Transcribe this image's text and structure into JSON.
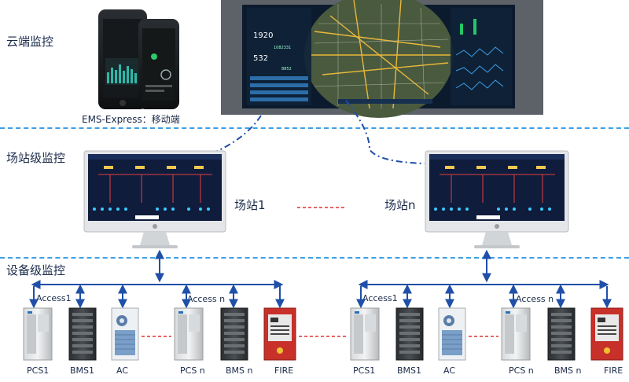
{
  "tiers": {
    "cloud": "云端监控",
    "station": "场站级监控",
    "device": "设备级监控"
  },
  "mobile_caption": "EMS-Express：移动端",
  "cloud_screen": {
    "stats": [
      "1920",
      "1082331",
      "532",
      "8852"
    ]
  },
  "stations": [
    {
      "label": "场站1"
    },
    {
      "label": "场站n"
    }
  ],
  "access_labels": {
    "left_1": "Access1",
    "left_n": "Access n",
    "right_1": "Access1",
    "right_n": "Access n"
  },
  "device_groups": [
    {
      "devices": [
        "PCS1",
        "BMS1",
        "AC",
        "PCS n",
        "BMS n",
        "FIRE"
      ]
    },
    {
      "devices": [
        "PCS1",
        "BMS1",
        "AC",
        "PCS n",
        "BMS n",
        "FIRE"
      ]
    }
  ],
  "colors": {
    "accent": "#3da0e8",
    "link": "#1f4fa8",
    "dash_red": "#e03030",
    "fire": "#c8302a"
  }
}
